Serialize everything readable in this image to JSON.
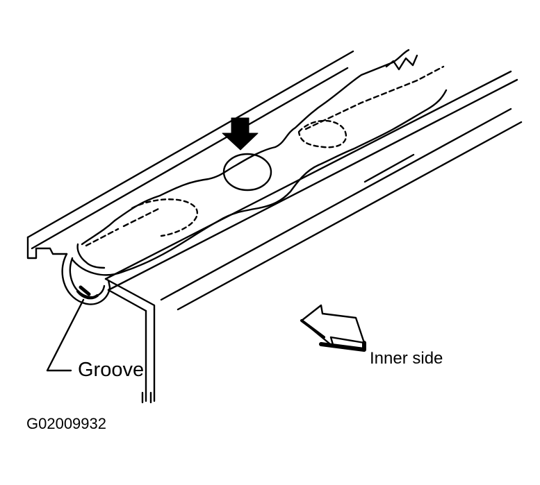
{
  "labels": {
    "groove": "Groove",
    "inner_side": "Inner side",
    "figure_id": "G02009932"
  },
  "colors": {
    "ink": "#000000",
    "paper": "#ffffff"
  },
  "icons": {
    "pointer": "arrow-down-icon",
    "direction": "arrow-right-down-icon"
  }
}
